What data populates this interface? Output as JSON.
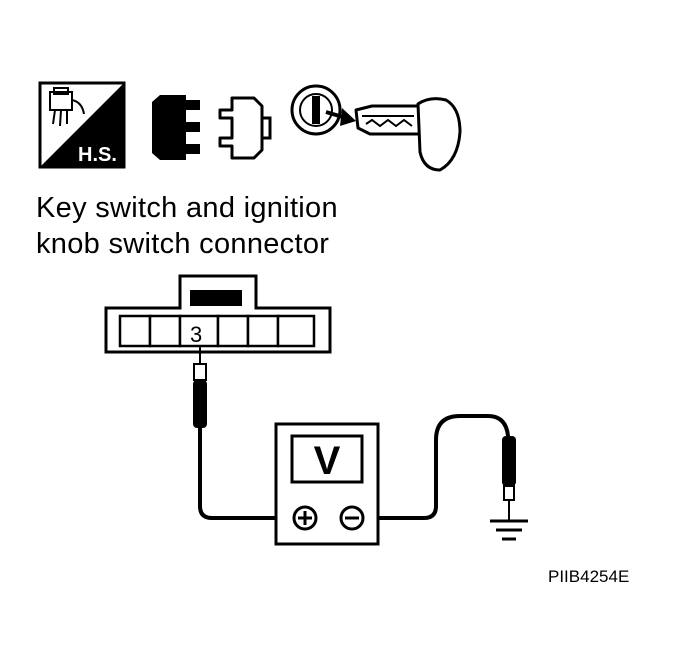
{
  "icons": {
    "harness_side": {
      "name": "harness-side-icon",
      "label": "H.S."
    },
    "connector": {
      "name": "connector-disconnect-icon"
    },
    "key": {
      "name": "key-removed-icon"
    }
  },
  "caption": {
    "line1": "Key switch and ignition",
    "line2": "knob switch connector"
  },
  "connector": {
    "terminal": "3"
  },
  "meter": {
    "display": "V",
    "positive_symbol": "+",
    "negative_symbol": "−"
  },
  "ground": {
    "name": "ground-symbol"
  },
  "reference_code": "PIIB4254E"
}
